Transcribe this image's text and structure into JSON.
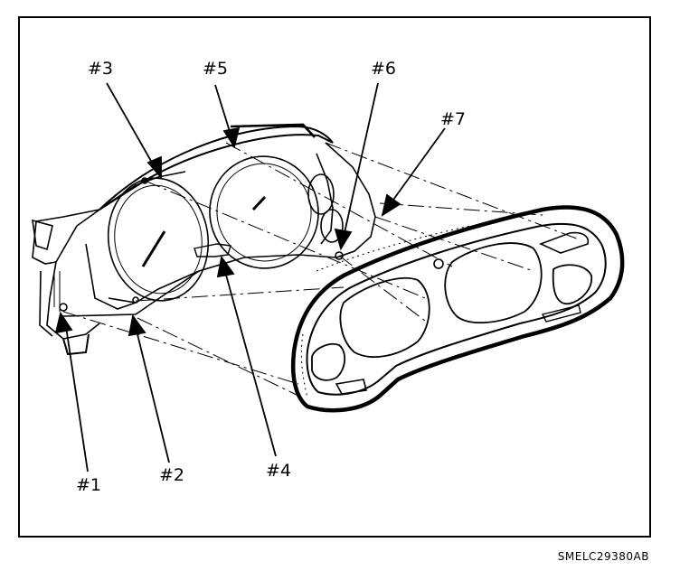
{
  "diagram": {
    "callouts": [
      {
        "id": "c1",
        "label": "#1"
      },
      {
        "id": "c2",
        "label": "#2"
      },
      {
        "id": "c3",
        "label": "#3"
      },
      {
        "id": "c4",
        "label": "#4"
      },
      {
        "id": "c5",
        "label": "#5"
      },
      {
        "id": "c6",
        "label": "#6"
      },
      {
        "id": "c7",
        "label": "#7"
      }
    ],
    "figure_code": "SMELC29380AB"
  }
}
